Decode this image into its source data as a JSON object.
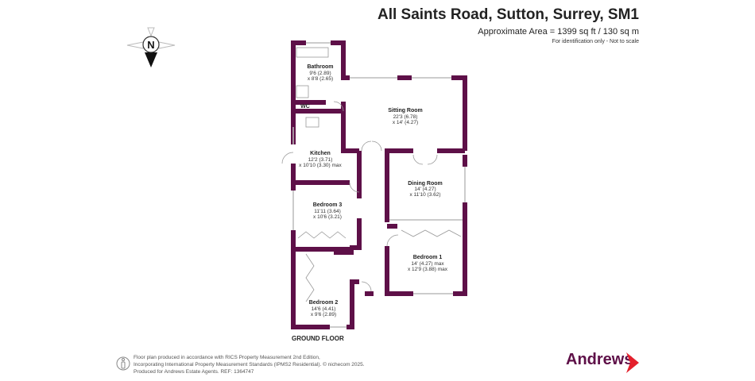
{
  "header": {
    "title": "All Saints Road, Sutton, Surrey, SM1",
    "area": "Approximate Area = 1399 sq ft / 130 sq m",
    "note": "For identification only - Not to scale"
  },
  "compass": {
    "label": "N",
    "icon": "compass-icon"
  },
  "rooms": [
    {
      "name": "Bathroom",
      "dim1": "9'6 (2.89)",
      "dim2": "x 8'8 (2.65)"
    },
    {
      "name": "WC"
    },
    {
      "name": "Sitting Room",
      "dim1": "22'3 (6.78)",
      "dim2": "x 14' (4.27)"
    },
    {
      "name": "Kitchen",
      "dim1": "12'2 (3.71)",
      "dim2": "x 10'10 (3.30) max"
    },
    {
      "name": "Dining Room",
      "dim1": "14' (4.27)",
      "dim2": "x 11'10 (3.62)"
    },
    {
      "name": "Bedroom 3",
      "dim1": "11'11 (3.64)",
      "dim2": "x 10'6 (3.21)"
    },
    {
      "name": "Bedroom 1",
      "dim1": "14' (4.27) max",
      "dim2": "x 12'9 (3.88) max"
    },
    {
      "name": "Bedroom 2",
      "dim1": "14'6 (4.41)",
      "dim2": "x 9'6 (2.89)"
    }
  ],
  "floor_label": "GROUND FLOOR",
  "footer": {
    "line1": "Floor plan produced in accordance with RICS Property Measurement 2nd Edition,",
    "line2": "Incorporating International Property Measurement Standards (IPMS2 Residential).  © nichecom 2025.",
    "line3": "Produced for Andrews Estate Agents.   REF: 1364747"
  },
  "brand": {
    "name": "Andrews",
    "color": "#5e1048",
    "accent": "#e4202c"
  },
  "colors": {
    "wall": "#5e1048",
    "window": "#cccccc"
  }
}
